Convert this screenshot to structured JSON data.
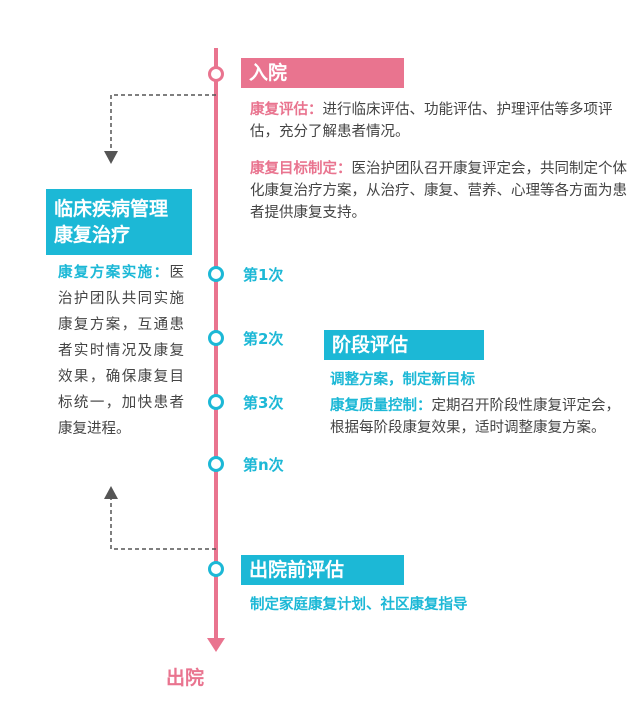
{
  "admission": {
    "title": "入院",
    "items": [
      {
        "label": "康复评估：",
        "text": "进行临床评估、功能评估、护理评估等多项评估，充分了解患者情况。"
      },
      {
        "label": "康复目标制定：",
        "text": "医治护团队召开康复评定会，共同制定个体化康复治疗方案，从治疗、康复、营养、心理等各方面为患者提供康复支持。"
      }
    ]
  },
  "left_panel": {
    "title_line1": "临床疾病管理",
    "title_line2": "康复治疗",
    "label": "康复方案实施：",
    "text": "医治护团队共同实施康复方案，互通患者实时情况及康复效果，确保康复目标统一，加快患者康复进程。"
  },
  "counts": [
    "第1次",
    "第2次",
    "第3次",
    "第n次"
  ],
  "stage": {
    "title": "阶段评估",
    "line1": "调整方案，制定新目标",
    "label": "康复质量控制：",
    "text": "定期召开阶段性康复评定会，根据每阶段康复效果，适时调整康复方案。"
  },
  "discharge_eval": {
    "title": "出院前评估",
    "text": "制定家庭康复计划、社区康复指导"
  },
  "end_label": "出院",
  "colors": {
    "pink": "#e9748f",
    "cyan": "#1cb8d6",
    "dash": "#555555"
  }
}
